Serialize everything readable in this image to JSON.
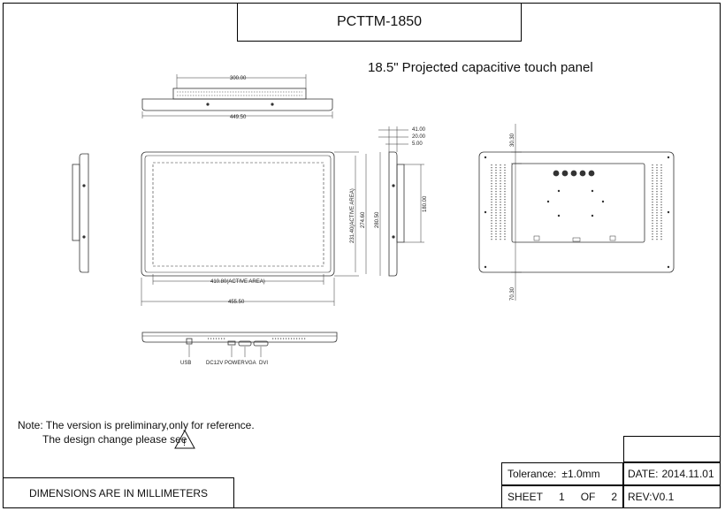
{
  "header": {
    "model": "PCTTM-1850",
    "description": "18.5\" Projected capacitive touch panel"
  },
  "dimensions": {
    "top_width_bezel": "300.00",
    "top_width_overall": "449.50",
    "side_offsets": [
      "41.00",
      "20.00",
      "5.00"
    ],
    "rear_vertical": "180.00",
    "rear_top_offset": "30.30",
    "rear_bottom_offset": "70.30",
    "active_area_height": "231.40(ACTIVE AREA)",
    "outer_height_1": "274.60",
    "outer_height_2": "280.50",
    "active_area_width": "410.80(ACTIVE AREA)",
    "overall_width": "455.50"
  },
  "ports": {
    "usb": "USB",
    "power": "DC12V POWER",
    "vga": "VGA",
    "dvi": "DVI"
  },
  "notes": {
    "line1": "Note: The version is preliminary,only for reference.",
    "line2": "The design change  please see",
    "warning_symbol": "!"
  },
  "title_block": {
    "units": "DIMENSIONS ARE IN MILLIMETERS",
    "tolerance_label": "Tolerance:",
    "tolerance_value": "±1.0mm",
    "date_label": "DATE:",
    "date_value": "2014.11.01",
    "sheet_label": "SHEET",
    "sheet_number": "1",
    "of_label": "OF",
    "sheet_total": "2",
    "revision": "REV:V0.1"
  }
}
